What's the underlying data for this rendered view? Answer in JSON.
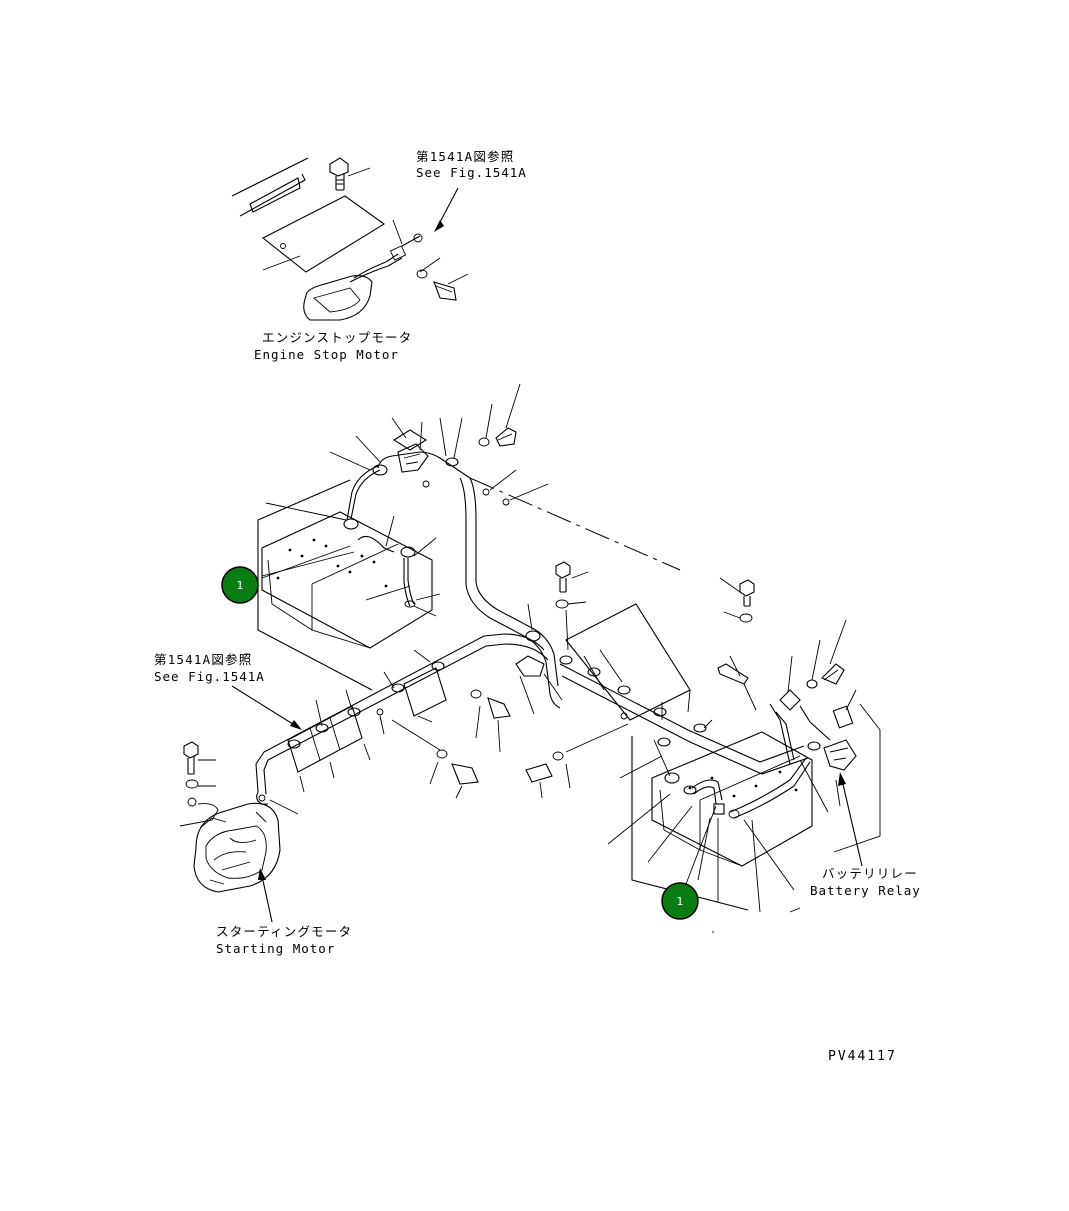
{
  "labels": {
    "ref_top_jp": "第1541A図参照",
    "ref_top_en": "See Fig.1541A",
    "engine_stop_jp": "エンジンストップモータ",
    "engine_stop_en": "Engine Stop Motor",
    "ref_left_jp": "第1541A図参照",
    "ref_left_en": "See Fig.1541A",
    "starting_jp": "スターティングモータ",
    "starting_en": "Starting Motor",
    "battery_relay_jp": "バッテリリレー",
    "battery_relay_en": "Battery Relay",
    "drawing_code": "PV44117"
  },
  "callouts": [
    {
      "label": "1"
    },
    {
      "label": "1"
    }
  ],
  "colors": {
    "callout_fill": "#0a7d12",
    "line": "#000000"
  }
}
